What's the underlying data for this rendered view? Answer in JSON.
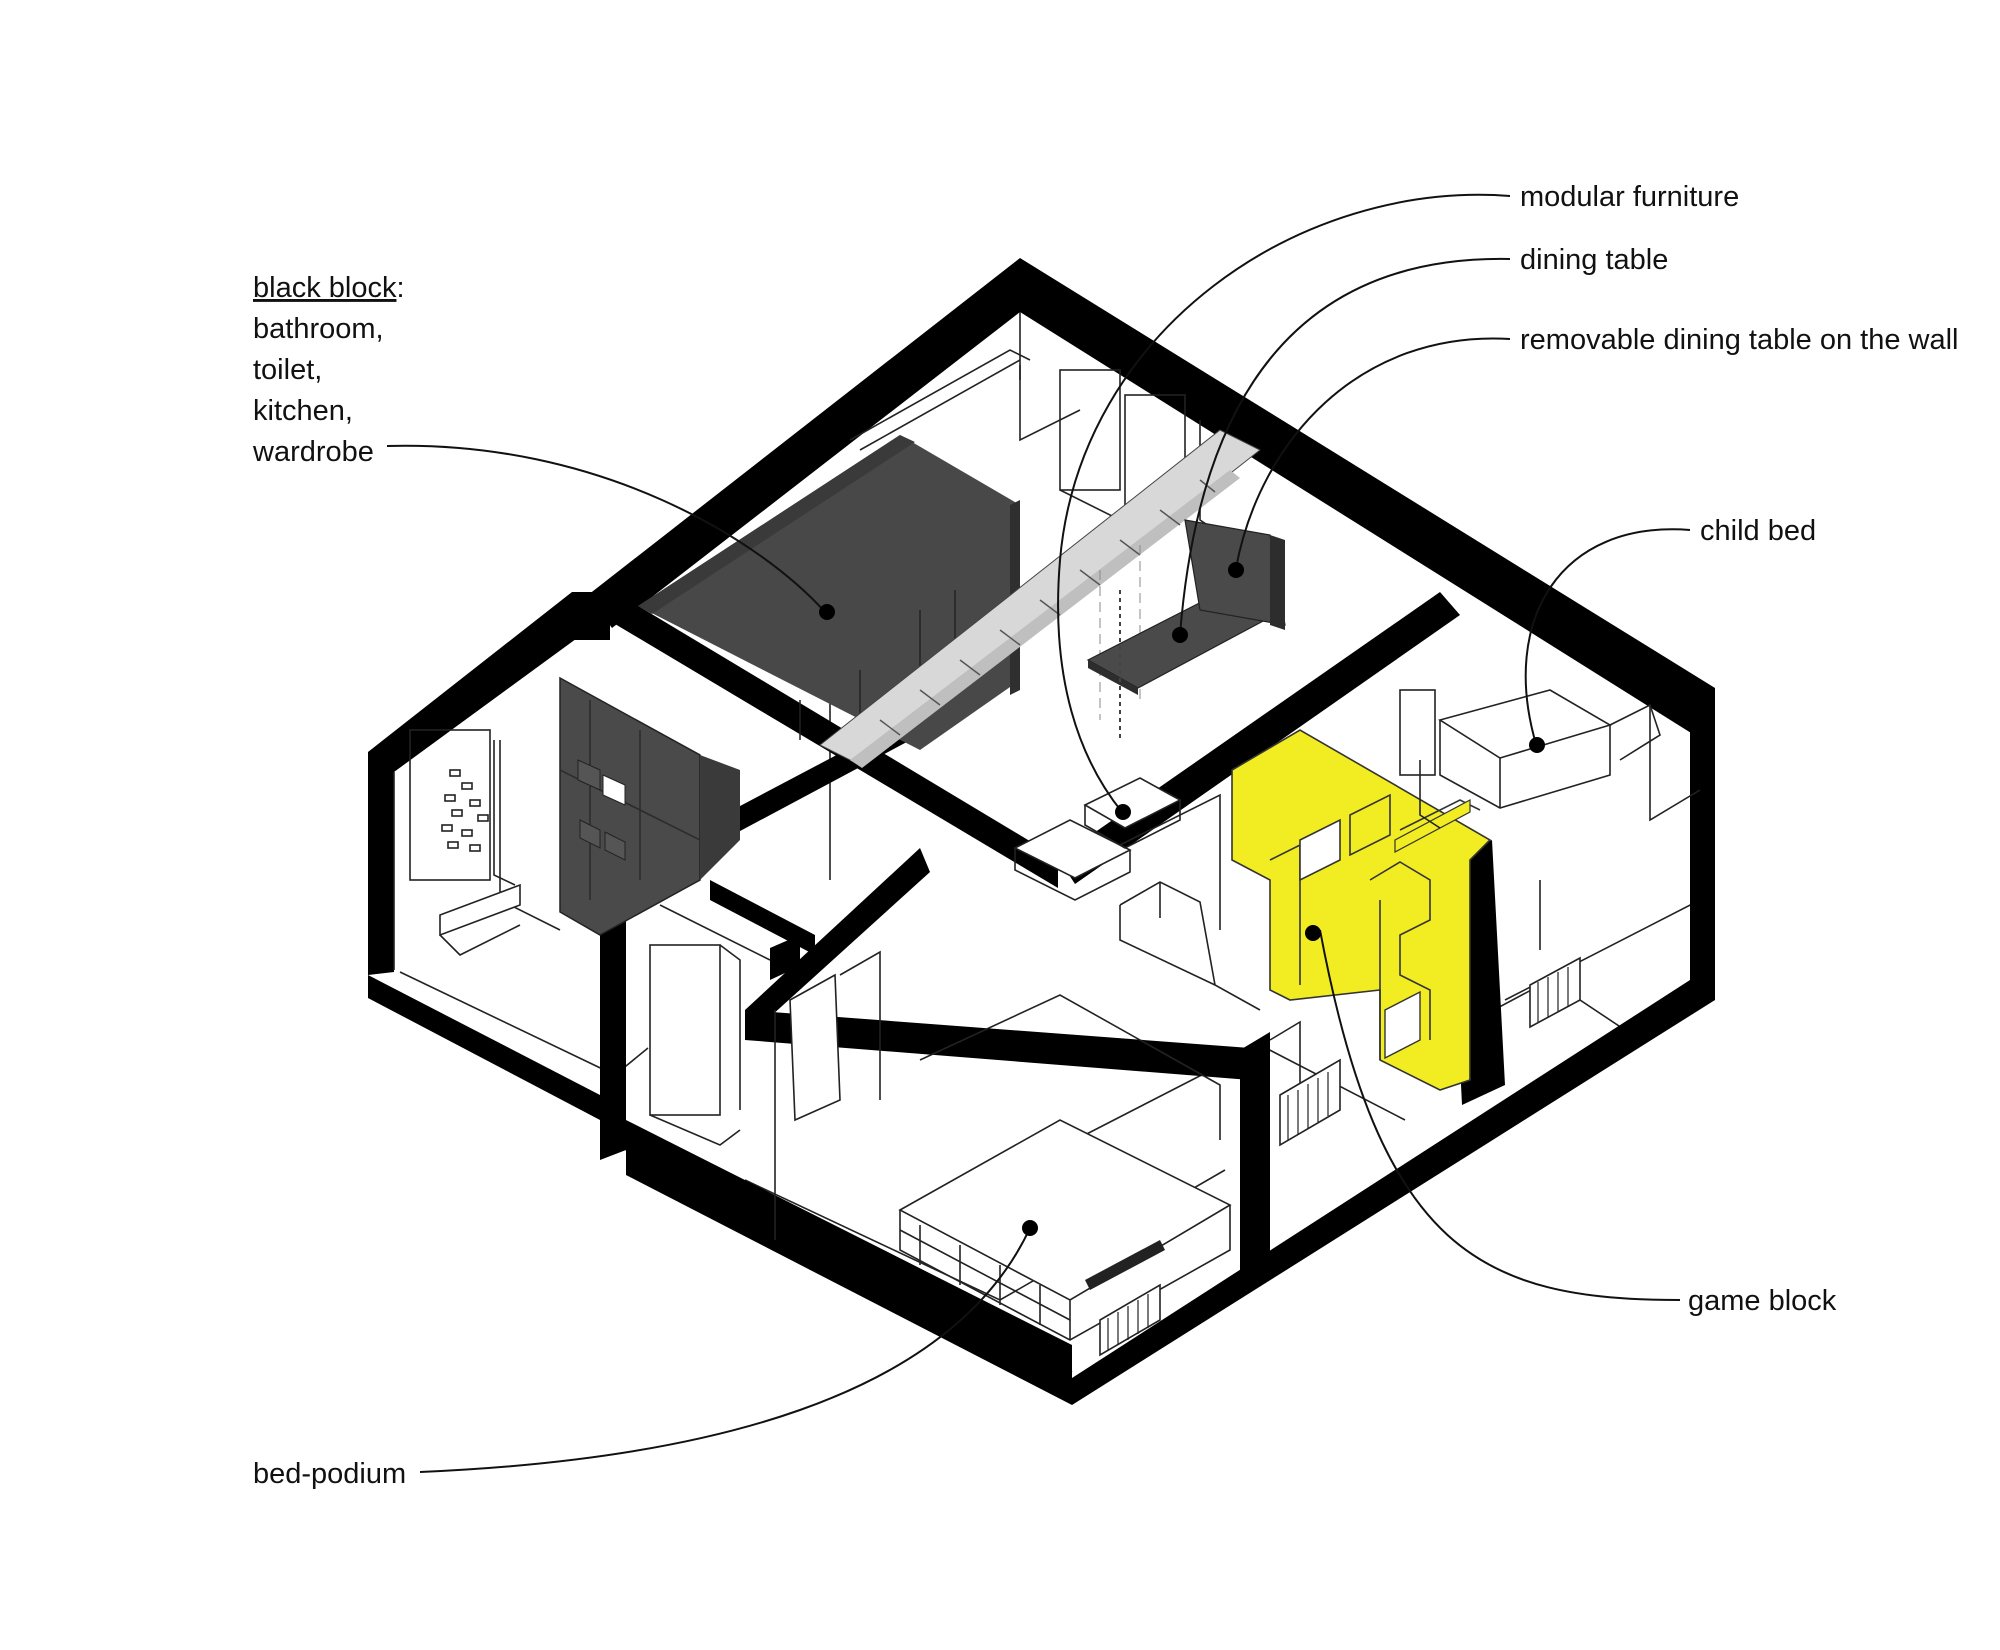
{
  "labels": {
    "black_block": {
      "title": "black block",
      "colon": ":",
      "lines": [
        "bathroom,",
        "toilet,",
        "kitchen,",
        "wardrobe"
      ]
    },
    "modular_furniture": "modular furniture",
    "dining_table": "dining table",
    "removable_table": "removable dining table on the wall",
    "child_bed": "child bed",
    "game_block": "game block",
    "bed_podium": "bed-podium"
  },
  "colors": {
    "wall": "#000000",
    "black_block": "#4a4a4a",
    "game_block": "#f2ec22",
    "background": "#ffffff"
  }
}
